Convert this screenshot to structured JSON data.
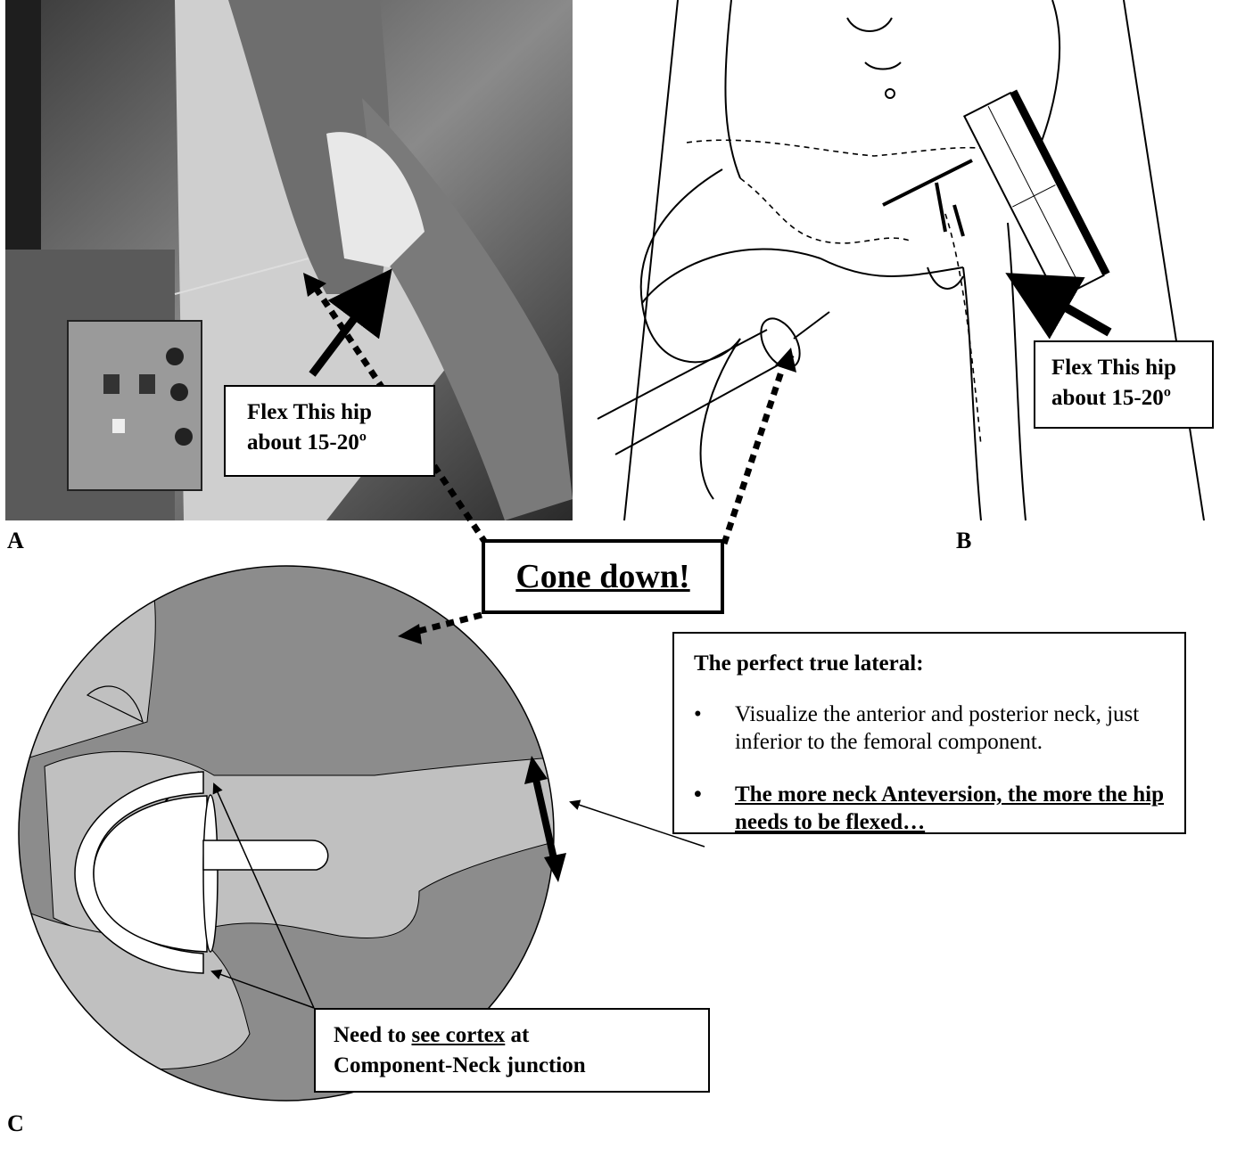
{
  "panel_labels": {
    "a": "A",
    "b": "B",
    "c": "C"
  },
  "callout_a": {
    "line1": "Flex This hip",
    "line2": "about 15-20º"
  },
  "callout_b": {
    "line1": "Flex This hip",
    "line2": "about 15-20º"
  },
  "cone_down": "Cone down!",
  "info_box": {
    "title": "The perfect true lateral:",
    "bullet_glyph": "•",
    "bullets": [
      "Visualize the anterior and posterior neck, just inferior to the femoral component.",
      "The more neck Anteversion, the more the hip needs to be flexed…"
    ]
  },
  "cortex_box": {
    "prefix": "Need to ",
    "emphasis": "see cortex",
    "suffix": " at",
    "line2": "Component-Neck  junction"
  },
  "colors": {
    "dark_gray": "#8c8c8c",
    "light_gray": "#c0c0c0",
    "white": "#ffffff",
    "black": "#000000"
  },
  "icons": [
    "photograph-xray-positioning",
    "line-drawing-patient",
    "hip-prosthesis-diagram",
    "double-arrow-icon"
  ]
}
